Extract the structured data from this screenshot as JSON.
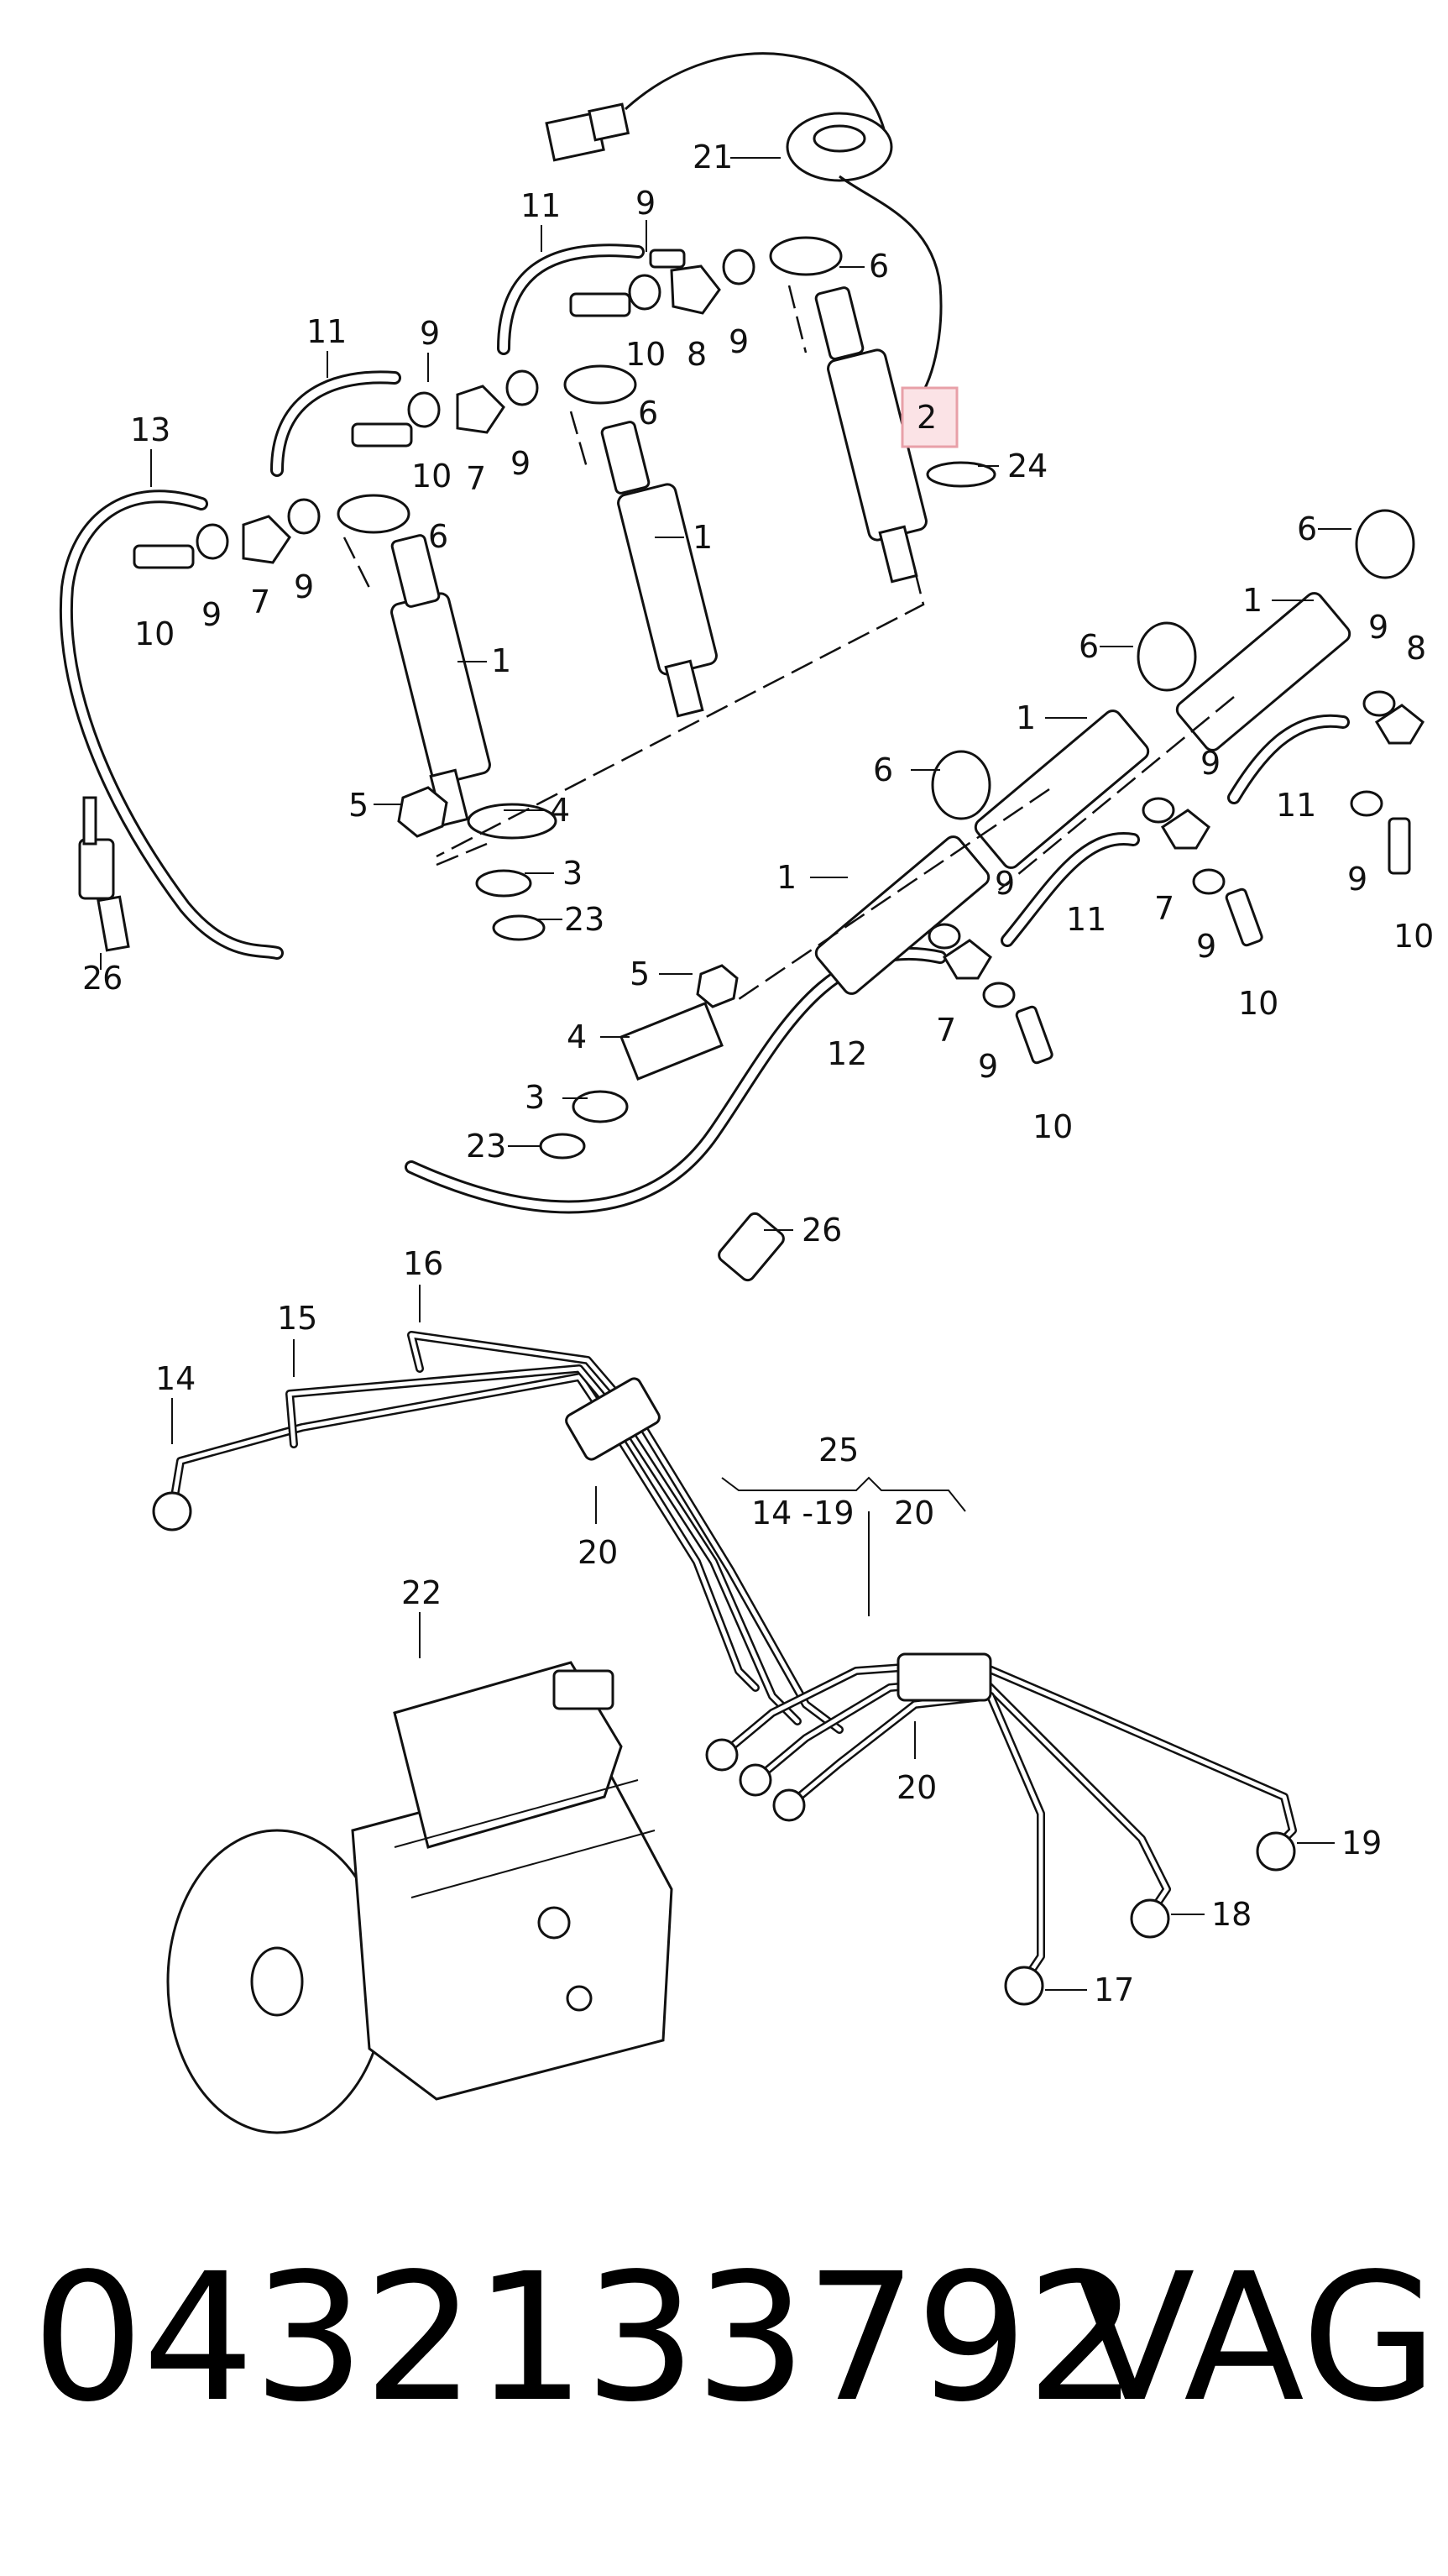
{
  "highlight_color": "#e8a0a8",
  "part_number": "0432133792",
  "brand": "VAG",
  "group_labels": {
    "bracket_main": "25",
    "bracket_left": "14 -19",
    "bracket_right": "20"
  },
  "callouts": {
    "c21": "21",
    "c11a": "11",
    "c9a": "9",
    "c6a": "6",
    "c11b": "11",
    "c9b": "9",
    "c10a": "10",
    "c8a": "8",
    "c9c": "9",
    "c2": "2",
    "c24": "24",
    "c13": "13",
    "c6b": "6",
    "c10b": "10",
    "c7a": "7",
    "c9d": "9",
    "c6c": "6",
    "c1a": "1",
    "c10c": "10",
    "c9e": "9",
    "c7b": "7",
    "c9f": "9",
    "c1b": "1",
    "c5a": "5",
    "c4a": "4",
    "c3a": "3",
    "c23a": "23",
    "c26a": "26",
    "c6d": "6",
    "c1c": "1",
    "c9g": "9",
    "c8b": "8",
    "c6e": "6",
    "c1d": "1",
    "c11c": "11",
    "c6f": "6",
    "c9h": "9",
    "c1e": "1",
    "c9i": "9",
    "c10d": "10",
    "c7c": "7",
    "c9j": "9",
    "c11d": "11",
    "c9k": "9",
    "c10e": "10",
    "c5b": "5",
    "c7d": "7",
    "c12": "12",
    "c4b": "4",
    "c9l": "9",
    "c3b": "3",
    "c10f": "10",
    "c23b": "23",
    "c26b": "26",
    "c16": "16",
    "c15": "15",
    "c14": "14",
    "c20a": "20",
    "c22": "22",
    "c20b": "20",
    "c19": "19",
    "c18": "18",
    "c17": "17"
  }
}
